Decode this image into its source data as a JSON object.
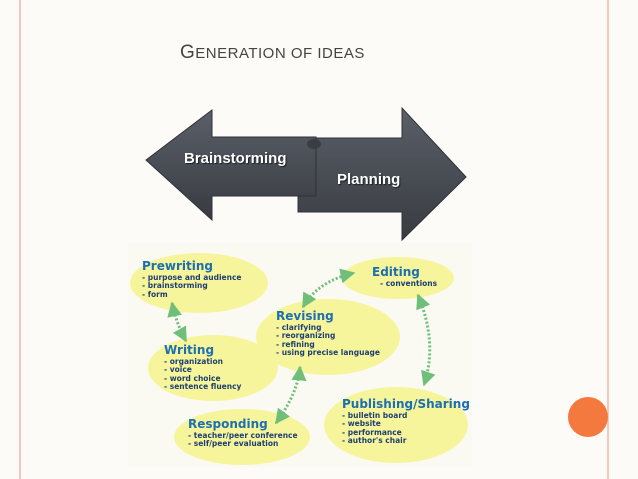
{
  "slide": {
    "title_first": "G",
    "title_rest": "ENERATION OF IDEAS"
  },
  "arrows": {
    "brainstorming": "Brainstorming",
    "planning": "Planning"
  },
  "cycle": {
    "prewriting": {
      "title": "Prewriting",
      "items": [
        "purpose and audience",
        "brainstorming",
        "form"
      ]
    },
    "editing": {
      "title": "Editing",
      "items": [
        "conventions"
      ]
    },
    "revising": {
      "title": "Revising",
      "items": [
        "clarifying",
        "reorganizing",
        "refining",
        "using precise language"
      ]
    },
    "writing": {
      "title": "Writing",
      "items": [
        "organization",
        "voice",
        "word choice",
        "sentence fluency"
      ]
    },
    "publishing": {
      "title": "Publishing/Sharing",
      "items": [
        "bulletin board",
        "website",
        "performance",
        "author's chair"
      ]
    },
    "responding": {
      "title": "Responding",
      "items": [
        "teacher/peer conference",
        "self/peer evaluation"
      ]
    }
  },
  "colors": {
    "arrow_fill": "#4b4f57",
    "oval_fill": "#f7f59b",
    "stage_title": "#1c6fb0",
    "stage_text": "#1e3f72",
    "cycle_arrow": "#6fbf7a",
    "accent_circle": "#f4793f",
    "frame_line": "#f2c9c0"
  },
  "icons": {
    "left_arrow": "left-block-arrow",
    "right_arrow": "right-block-arrow",
    "cycle_arrows": "double-headed-arrows",
    "accent": "orange-circle"
  }
}
